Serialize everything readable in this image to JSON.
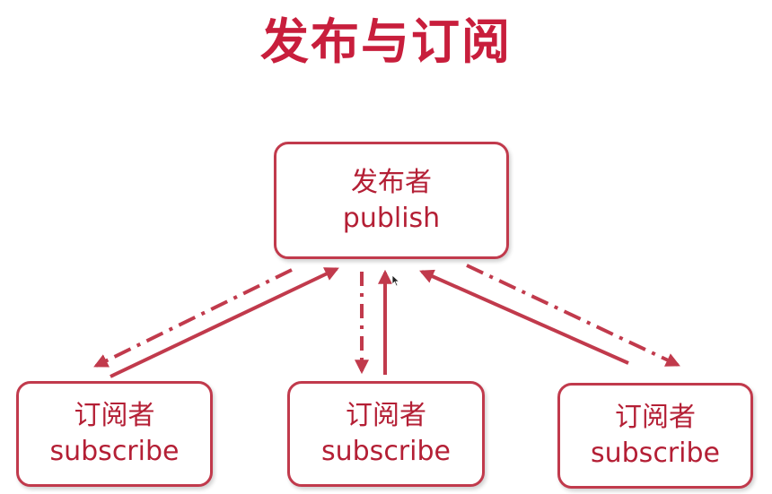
{
  "title": "发布与订阅",
  "publisher": {
    "label_cn": "发布者",
    "label_en": "publish"
  },
  "subscribers": [
    {
      "label_cn": "订阅者",
      "label_en": "subscribe"
    },
    {
      "label_cn": "订阅者",
      "label_en": "subscribe"
    },
    {
      "label_cn": "订阅者",
      "label_en": "subscribe"
    }
  ],
  "colors": {
    "accent": "#c81e3c",
    "arrow": "#c13a4c"
  }
}
